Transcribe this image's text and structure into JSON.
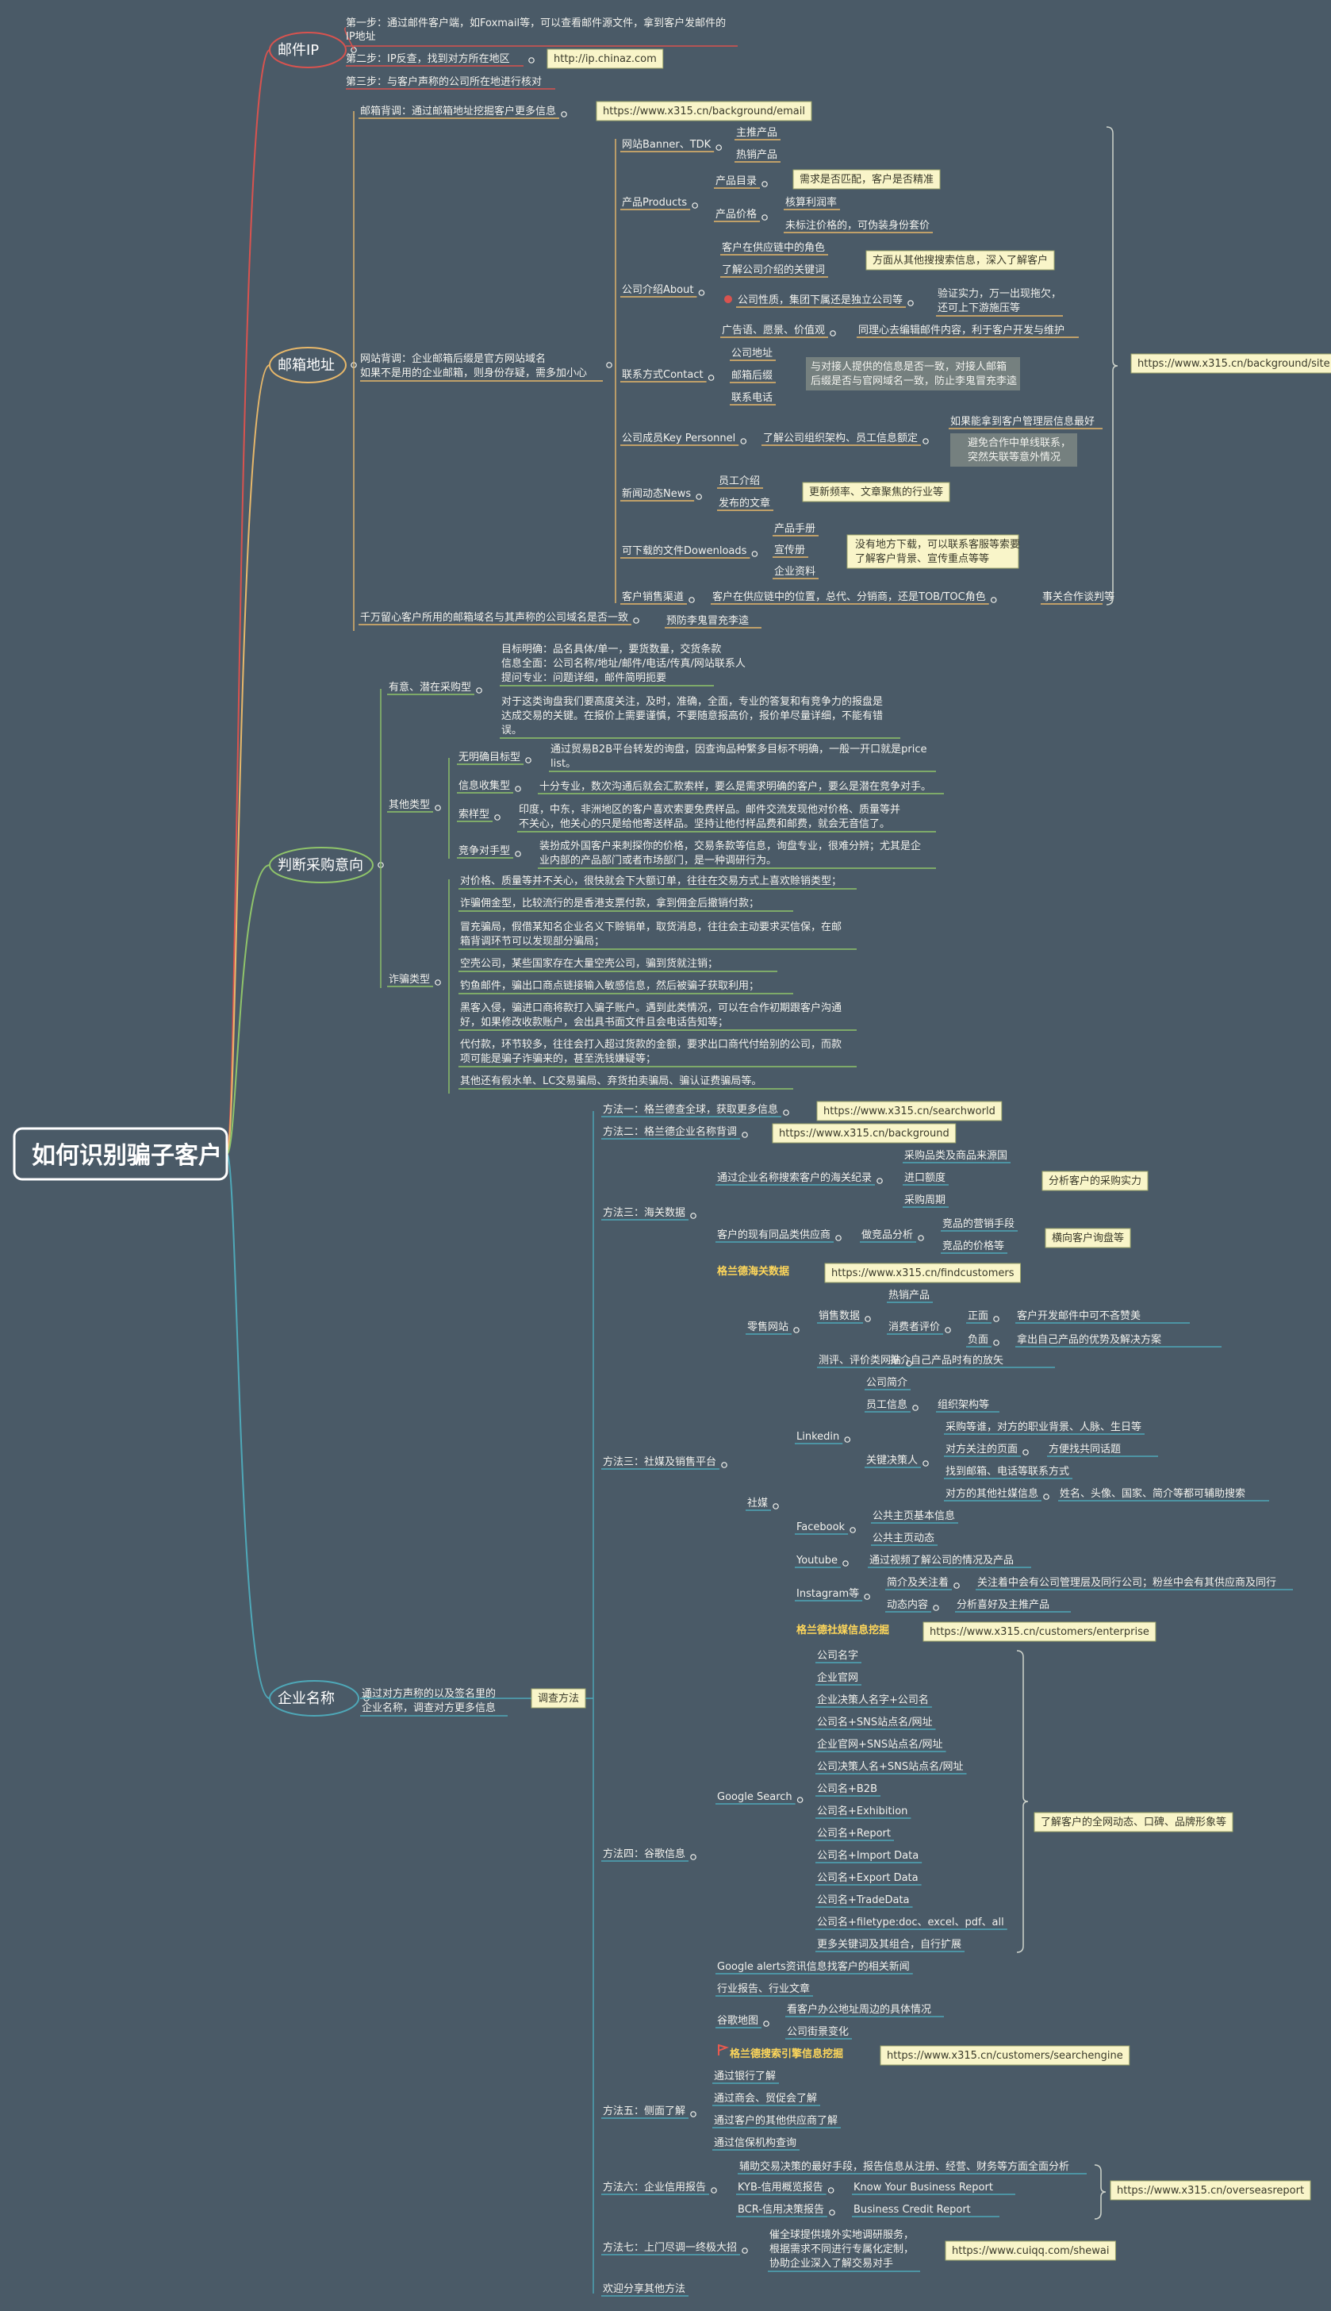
{
  "root": "如何识别骗子客户",
  "branches": [
    "邮件IP",
    "邮箱地址",
    "判断采购意向",
    "企业名称"
  ],
  "email_ip": {
    "steps": [
      "第一步：通过邮件客户端，如Foxmail等，可以查看邮件源文件，拿到客户发邮件的",
      "IP地址",
      "第二步：IP反查，找到对方所在地区",
      "第三步：与客户声称的公司所在地进行核对"
    ],
    "link": "http://ip.chinaz.com"
  },
  "email_address": {
    "mailbox_check": "邮箱背调：通过邮箱地址挖掘客户更多信息",
    "mailbox_link": "https://www.x315.cn/background/email",
    "site_check": [
      "网站背调：企业邮箱后缀是官方网站域名",
      "如果不是用的企业邮箱，则身份存疑，需多加小心"
    ],
    "site_link": "https://www.x315.cn/background/site",
    "items": [
      "网站Banner、TDK",
      "主推产品",
      "热销产品",
      "产品Products",
      "产品目录",
      "需求是否匹配，客户是否精准",
      "产品价格",
      "核算利润率",
      "未标注价格的，可伪装身份套价",
      "公司介绍About",
      "客户在供应链中的角色",
      "了解公司介绍的关键词",
      "方面从其他搜搜索信息，深入了解客户",
      "公司性质，集团下属还是独立公司等",
      "验证实力，万一出现拖欠，",
      "还可上下游施压等",
      "广告语、愿景、价值观",
      "同理心去编辑邮件内容，利于客户开发与维护",
      "联系方式Contact",
      "公司地址",
      "邮箱后缀",
      "联系电话",
      "与对接人提供的信息是否一致，对接人邮箱",
      "后缀是否与官网域名一致，防止李鬼冒充李逵",
      "公司成员Key Personnel",
      "了解公司组织架构、员工信息额定",
      "如果能拿到客户管理层信息最好",
      "避免合作中单线联系，",
      "突然失联等意外情况",
      "新闻动态News",
      "员工介绍",
      "发布的文章",
      "更新频率、文章聚焦的行业等",
      "可下载的文件Dowenloads",
      "产品手册",
      "宣传册",
      "企业资料",
      "没有地方下载，可以联系客服等索要",
      "了解客户背景、宣传重点等等",
      "客户销售渠道",
      "客户在供应链中的位置，总代、分销商，还是TOB/TOC角色",
      "事关合作谈判等"
    ],
    "warning": "千万留心客户所用的邮箱域名与其声称的公司域名是否一致",
    "warning_tip": "预防李鬼冒充李逵"
  },
  "purchase_intent": {
    "intent_type": "有意、潜在采购型",
    "intent_lines": [
      "目标明确：品名具体/单一，要货数量，交货条款",
      "信息全面：公司名称/地址/邮件/电话/传真/网站联系人",
      "提问专业：问题详细，邮件简明扼要",
      "对于这类询盘我们要高度关注，及时，准确，全面，专业的答复和有竞争力的报盘是",
      "达成交易的关键。在报价上需要谨慎，不要随意报高价，报价单尽量详细，不能有错",
      "误。"
    ],
    "other_type": "其他类型",
    "others": [
      "无明确目标型",
      "通过贸易B2B平台转发的询盘，因查询品种繁多目标不明确，一般一开口就是price",
      "list。",
      "信息收集型",
      "十分专业，数次沟通后就会汇款索样，要么是需求明确的客户，要么是潜在竞争对手。",
      "索样型",
      "印度，中东，非洲地区的客户喜欢索要免费样品。邮件交流发现他对价格、质量等并",
      "不关心，他关心的只是给他寄送样品。坚持让他付样品费和邮费，就会无音信了。",
      "竞争对手型",
      "装扮成外国客户来刺探你的价格，交易条款等信息，询盘专业，很难分辨；尤其是企",
      "业内部的产品部门或者市场部门，是一种调研行为。"
    ],
    "fraud_type": "诈骗类型",
    "frauds": [
      "对价格、质量等并不关心，很快就会下大额订单，往往在交易方式上喜欢赊销类型；",
      "诈骗佣金型，比较流行的是香港支票付款，拿到佣金后撤销付款；",
      "冒充骗局，假借某知名企业名义下赊销单，取货消息，往往会主动要求买信保，在邮",
      "箱背调环节可以发现部分骗局；",
      "空壳公司，某些国家存在大量空壳公司，骗到货就注销；",
      "钓鱼邮件，骗出口商点链接输入敏感信息，然后被骗子获取利用；",
      "黑客入侵，骗进口商将款打入骗子账户。遇到此类情况，可以在合作初期跟客户沟通",
      "好，如果修改收款账户，会出具书面文件且会电话告知等；",
      "代付款，环节较多，往往会打入超过货款的金额，要求出口商代付给别的公司，而款",
      "项可能是骗子诈骗来的，甚至洗钱嫌疑等；",
      "其他还有假水单、LC交易骗局、弃货拍卖骗局、骗认证费骗局等。"
    ]
  },
  "company_name": {
    "summary": [
      "通过对方声称的以及签名里的",
      "企业名称，调查对方更多信息"
    ],
    "method_tag": "调查方法",
    "methods": [
      "方法一：格兰德查全球，获取更多信息",
      "https://www.x315.cn/searchworld",
      "方法二：格兰德企业名称背调",
      "https://www.x315.cn/background",
      "方法三：海关数据",
      "通过企业名称搜索客户的海关纪录",
      "采购品类及商品来源国",
      "进口额度",
      "采购周期",
      "分析客户的采购实力",
      "客户的现有同品类供应商",
      "做竞品分析",
      "竞品的营销手段",
      "竞品的价格等",
      "横向客户询盘等",
      "格兰德海关数据",
      "https://www.x315.cn/findcustomers"
    ],
    "social": [
      "方法三：社媒及销售平台",
      "零售网站",
      "销售数据",
      "热销产品",
      "消费者评价",
      "正面",
      "客户开发邮件中可不吝赞美",
      "负面",
      "拿出自己产品的优势及解决方案",
      "测评、评价类网站",
      "推介自己产品时有的放矢",
      "社媒",
      "Linkedin",
      "公司简介",
      "员工信息",
      "组织架构等",
      "关键决策人",
      "采购等谁，对方的职业背景、人脉、生日等",
      "对方关注的页面",
      "方便找共同话题",
      "找到邮箱、电话等联系方式",
      "对方的其他社媒信息",
      "姓名、头像、国家、简介等都可辅助搜索",
      "Facebook",
      "公共主页基本信息",
      "公共主页动态",
      "Youtube",
      "通过视频了解公司的情况及产品",
      "Instagram等",
      "简介及关注着",
      "关注着中会有公司管理层及同行公司；粉丝中会有其供应商及同行",
      "动态内容",
      "分析喜好及主推产品",
      "格兰德社媒信息挖掘",
      "https://www.x315.cn/customers/enterprise"
    ],
    "google": [
      "方法四：谷歌信息",
      "Google Search",
      "公司名字",
      "企业官网",
      "企业决策人名字+公司名",
      "公司名+SNS站点名/网址",
      "企业官网+SNS站点名/网址",
      "公司决策人名+SNS站点名/网址",
      "公司名+B2B",
      "公司名+Exhibition",
      "公司名+Report",
      "公司名+Import Data",
      "公司名+Export Data",
      "公司名+TradeData",
      "公司名+filetype:doc、excel、pdf、all",
      "更多关键词及其组合，自行扩展",
      "了解客户的全网动态、口碑、品牌形象等",
      "Google alerts资讯信息找客户的相关新闻",
      "行业报告、行业文章",
      "谷歌地图",
      "看客户办公地址周边的具体情况",
      "公司街景变化",
      "格兰德搜索引擎信息挖掘",
      "https://www.x315.cn/customers/searchengine"
    ],
    "rest": [
      "方法五：侧面了解",
      "通过银行了解",
      "通过商会、贸促会了解",
      "通过客户的其他供应商了解",
      "通过信保机构查询",
      "方法六：企业信用报告",
      "辅助交易决策的最好手段，报告信息从注册、经营、财务等方面全面分析",
      "KYB-信用概览报告",
      "Know Your Business Report",
      "BCR-信用决策报告",
      "Business Credit Report",
      "https://www.x315.cn/overseasreport",
      "方法七：上门尽调一终极大招",
      "催全球提供境外实地调研服务，",
      "根据需求不同进行专属化定制，",
      "协助企业深入了解交易对手",
      "https://www.cuiqq.com/shewai",
      "欢迎分享其他方法"
    ]
  }
}
